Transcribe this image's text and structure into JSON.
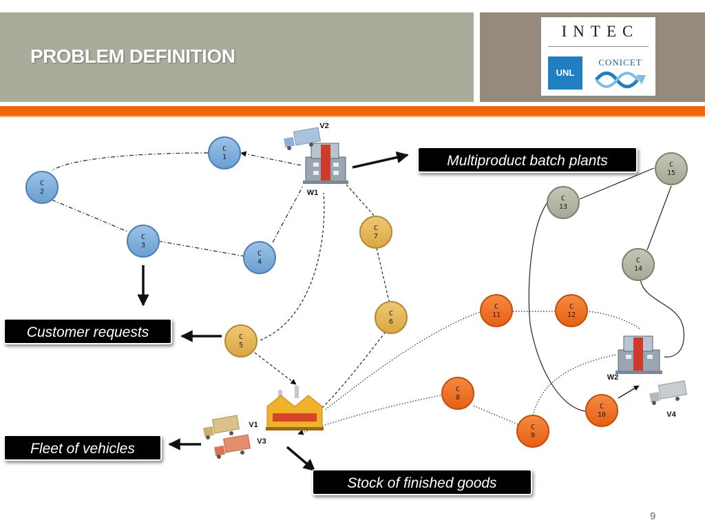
{
  "slide": {
    "title": "PROBLEM DEFINITION",
    "page_number": "9"
  },
  "logo": {
    "intec": "INTEC",
    "unl": "UNL",
    "conicet": "CONICET"
  },
  "colors": {
    "blue_customer": "#79a9d8",
    "yellow_customer": "#e2b455",
    "orange_customer": "#ee6a1c",
    "grey_customer": "#b3b6a3",
    "accent_bar": "#f0650e"
  },
  "labels": {
    "multiproduct": "Multiproduct batch plants",
    "customer_requests": "Customer requests",
    "fleet": "Fleet of vehicles",
    "stock": "Stock of finished goods"
  },
  "customers": [
    {
      "id": "c1",
      "line1": "C",
      "line2": "1",
      "group": "blue"
    },
    {
      "id": "c2",
      "line1": "C",
      "line2": "2",
      "group": "blue"
    },
    {
      "id": "c3",
      "line1": "C",
      "line2": "3",
      "group": "blue"
    },
    {
      "id": "c4",
      "line1": "C",
      "line2": "4",
      "group": "blue"
    },
    {
      "id": "c5",
      "line1": "C",
      "line2": "5",
      "group": "yellow"
    },
    {
      "id": "c6",
      "line1": "C",
      "line2": "6",
      "group": "yellow"
    },
    {
      "id": "c7",
      "line1": "C",
      "line2": "7",
      "group": "yellow"
    },
    {
      "id": "c8",
      "line1": "C",
      "line2": "8",
      "group": "orange"
    },
    {
      "id": "c9",
      "line1": "C",
      "line2": "9",
      "group": "orange"
    },
    {
      "id": "c10",
      "line1": "C",
      "line2": "10",
      "group": "orange"
    },
    {
      "id": "c11",
      "line1": "C",
      "line2": "11",
      "group": "orange"
    },
    {
      "id": "c12",
      "line1": "C",
      "line2": "12",
      "group": "orange"
    },
    {
      "id": "c13",
      "line1": "C",
      "line2": "13",
      "group": "grey"
    },
    {
      "id": "c14",
      "line1": "C",
      "line2": "14",
      "group": "grey"
    },
    {
      "id": "c15",
      "line1": "C",
      "line2": "15",
      "group": "grey"
    }
  ],
  "depots": {
    "w1": "W1",
    "w2": "W2"
  },
  "vehicles": {
    "v1": "V1",
    "v2": "V2",
    "v3": "V3",
    "v4": "V4"
  }
}
